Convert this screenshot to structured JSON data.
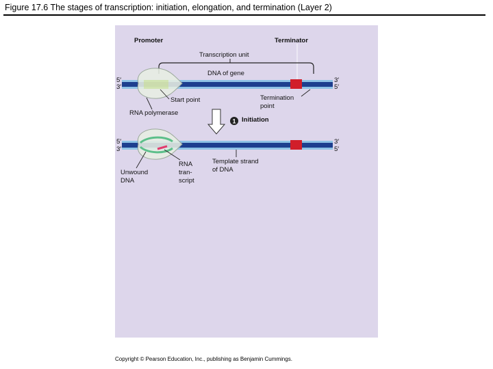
{
  "title": "Figure 17.6  The stages of transcription: initiation, elongation, and termination (Layer 2)",
  "copyright": "Copyright © Pearson Education, Inc., publishing as Benjamin Cummings.",
  "labels": {
    "promoter": "Promoter",
    "terminator": "Terminator",
    "transcription_unit": "Transcription unit",
    "dna_of_gene": "DNA of gene",
    "start_point": "Start point",
    "termination_point_1": "Termination",
    "termination_point_2": "point",
    "rna_polymerase": "RNA polymerase",
    "initiation_number": "1",
    "initiation": "Initiation",
    "unwound_dna_1": "Unwound",
    "unwound_dna_2": "DNA",
    "rna_transcript_1": "RNA",
    "rna_transcript_2": "tran-",
    "rna_transcript_3": "script",
    "template_strand_1": "Template strand",
    "template_strand_2": "of DNA"
  },
  "strand_ends": {
    "top_left": "5′",
    "bottom_left": "3′",
    "top_right": "3′",
    "bottom_right": "5′"
  },
  "colors": {
    "panel_background": "#ddd6eb",
    "dna_strand": "#1d3f8f",
    "dna_strand_light": "#8fc3e6",
    "terminator_region": "#d11e2a",
    "polymerase": "#e7eee2",
    "rna_transcript": "#e23b6d",
    "unwound_strand": "#5cbf8a"
  }
}
